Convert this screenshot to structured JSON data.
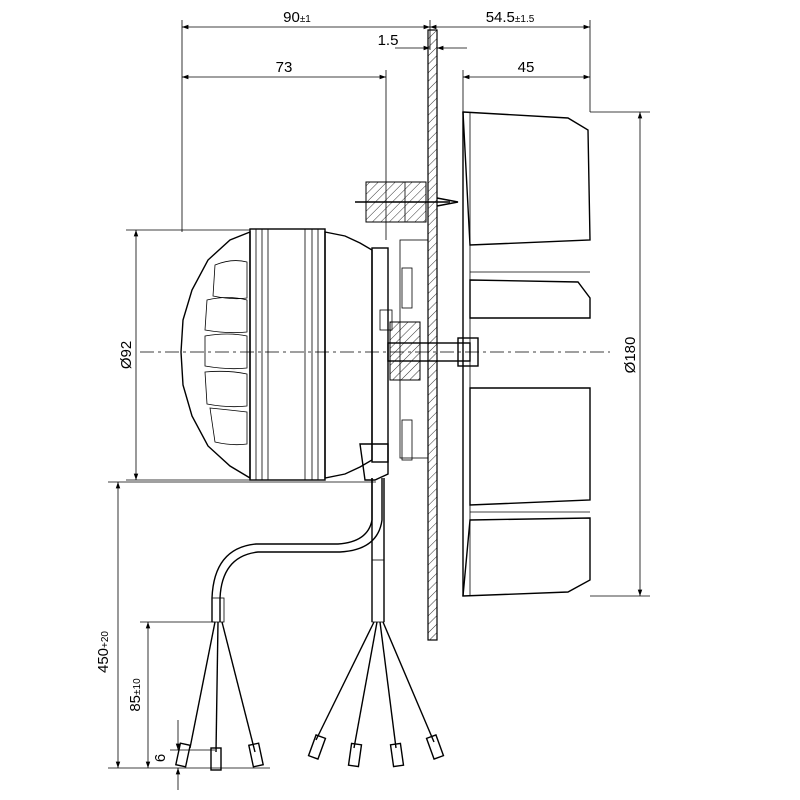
{
  "dimensions": {
    "overall_length": {
      "value": "90",
      "tolerance": "±1"
    },
    "plate_thickness": {
      "value": "1.5"
    },
    "impeller_offset": {
      "value": "54.5",
      "tolerance": "±1.5"
    },
    "motor_length": {
      "value": "73"
    },
    "impeller_width": {
      "value": "45"
    },
    "motor_diameter": {
      "value": "Ø92"
    },
    "impeller_diameter": {
      "value": "Ø180"
    },
    "cable_length": {
      "value": "450",
      "tolerance": "+20"
    },
    "wire_strip_length": {
      "value": "85",
      "tolerance": "±10"
    },
    "terminal_length": {
      "value": "6"
    }
  }
}
